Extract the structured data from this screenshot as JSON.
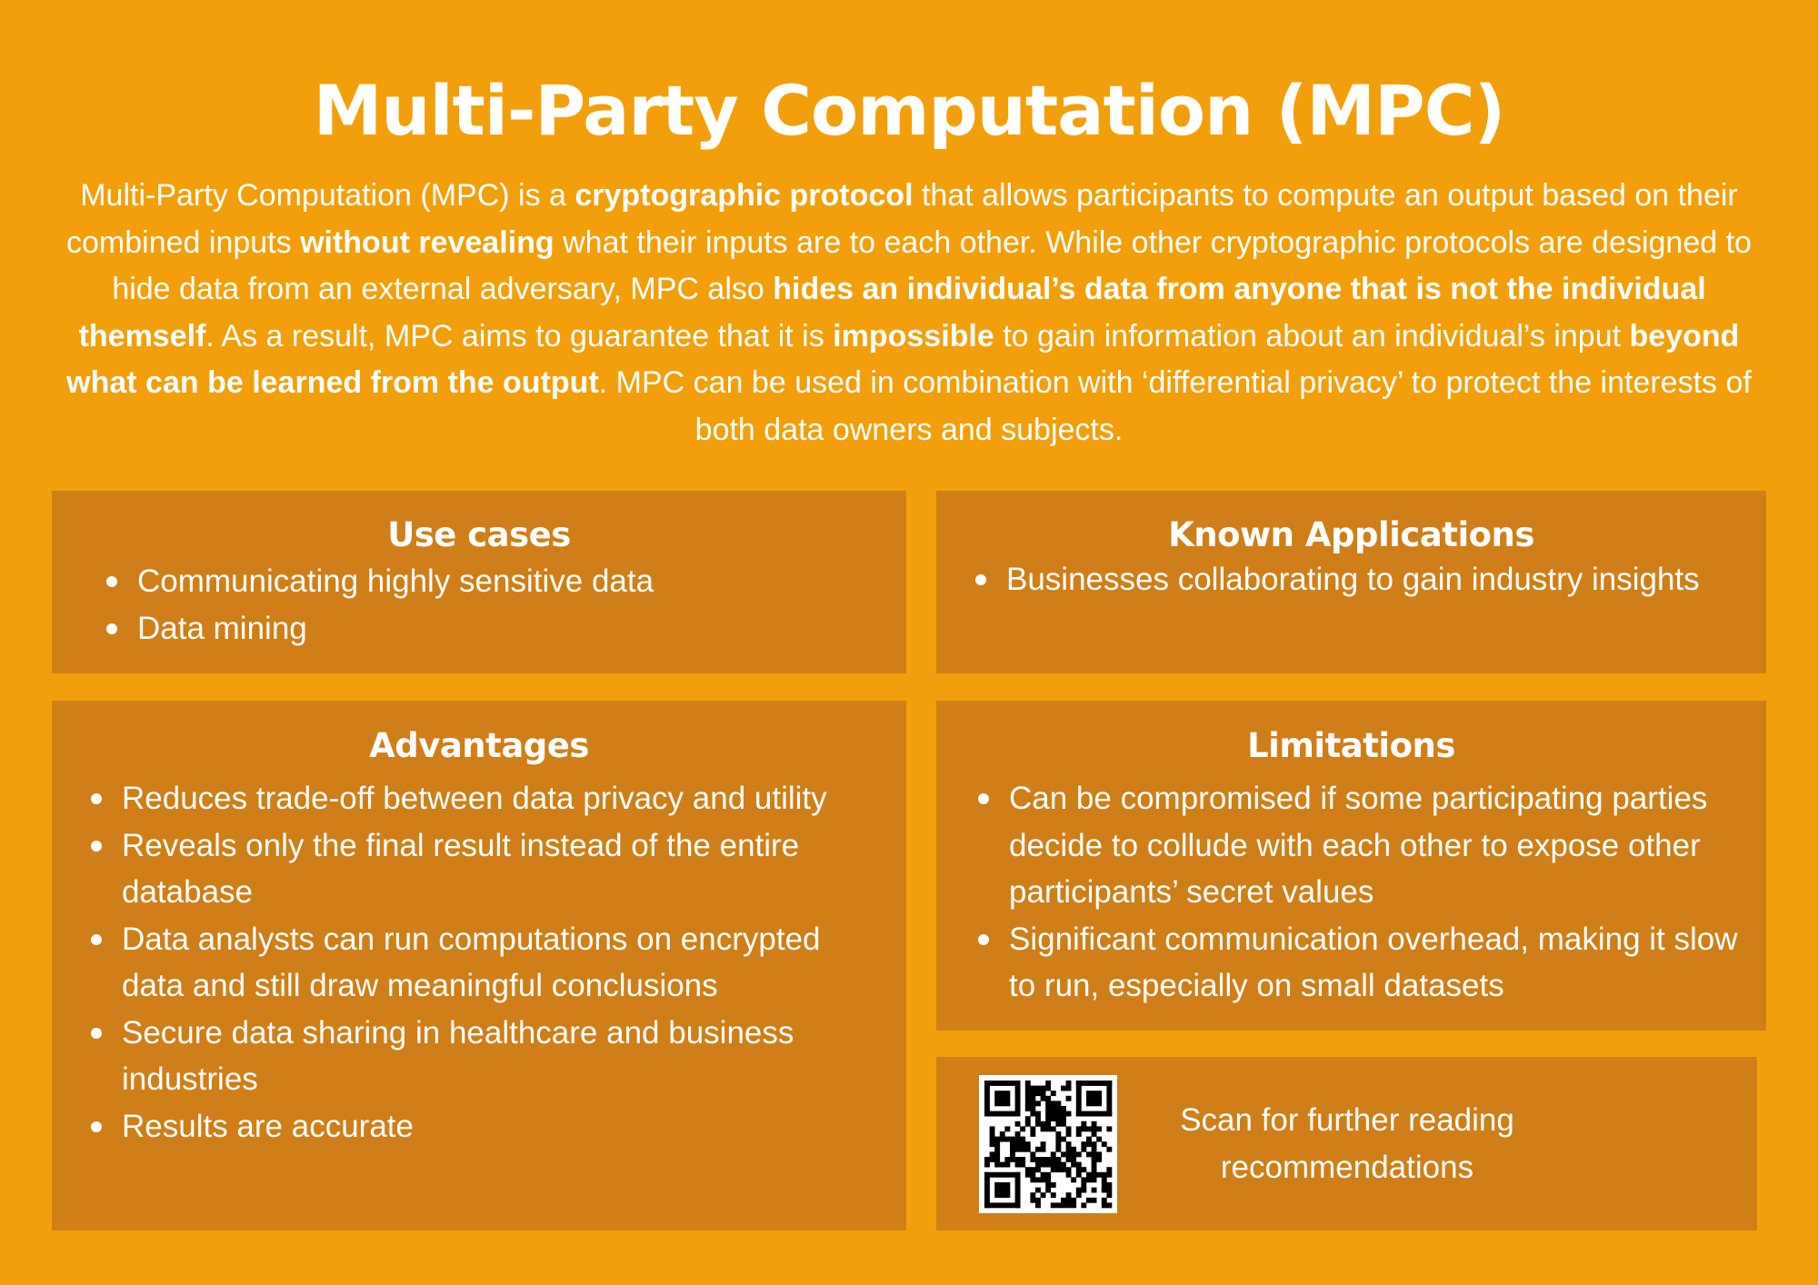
{
  "title": "Multi-Party Computation (MPC)",
  "intro": [
    {
      "text": "Multi-Party Computation (MPC) is a ",
      "bold": false
    },
    {
      "text": "cryptographic protocol",
      "bold": true
    },
    {
      "text": " that allows participants to compute an output based on their combined inputs ",
      "bold": false
    },
    {
      "text": "without revealing",
      "bold": true
    },
    {
      "text": " what their inputs are to each other. While other cryptographic protocols are designed to hide data from an external adversary, MPC also ",
      "bold": false
    },
    {
      "text": "hides an individual’s data from anyone that is not the individual themself",
      "bold": true
    },
    {
      "text": ". As a result, MPC aims to guarantee that it is ",
      "bold": false
    },
    {
      "text": "impossible",
      "bold": true
    },
    {
      "text": " to gain information about an individual’s input ",
      "bold": false
    },
    {
      "text": "beyond what can be learned from the output",
      "bold": true
    },
    {
      "text": ". MPC can be used in combination with ‘differential privacy’ to protect the interests of both data owners and subjects.",
      "bold": false
    }
  ],
  "use_cases": {
    "title": "Use cases",
    "items": [
      "Communicating highly sensitive data",
      "Data mining"
    ]
  },
  "known_applications": {
    "title": "Known Applications",
    "items": [
      "Businesses collaborating to gain industry insights"
    ]
  },
  "advantages": {
    "title": "Advantages",
    "items": [
      "Reduces trade-off between data privacy and utility",
      "Reveals only the final result instead of the entire database",
      "Data analysts can run computations on encrypted data and still draw meaningful conclusions",
      "Secure data sharing in healthcare and business industries",
      "Results are accurate"
    ]
  },
  "limitations": {
    "title": "Limitations",
    "items": [
      "Can be compromised if some participating parties decide to collude with each other to expose other participants’ secret values",
      "Significant communication overhead, making it slow to run, especially on small datasets"
    ]
  },
  "scan": {
    "text": "Scan for further reading recommendations",
    "icon": "qr-code-icon"
  },
  "colors": {
    "background": "#F39F0B",
    "card": "#D07E18",
    "text": "#FFFFFF"
  }
}
